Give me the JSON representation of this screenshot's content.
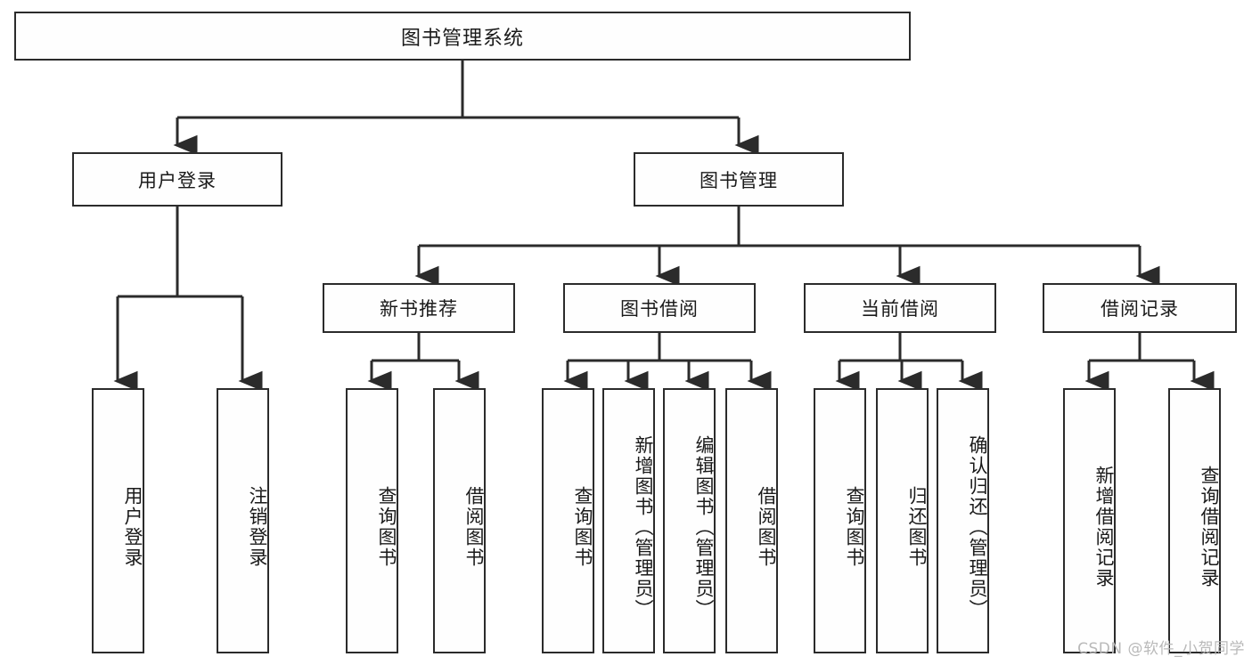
{
  "diagram": {
    "type": "tree-hierarchy-diagram",
    "title": "图书管理系统",
    "root": {
      "id": "root",
      "label": "图书管理系统"
    },
    "level2": [
      {
        "id": "user-login",
        "label": "用户登录"
      },
      {
        "id": "book-management",
        "label": "图书管理"
      }
    ],
    "level3": [
      {
        "id": "new-book-recommend",
        "label": "新书推荐",
        "parent": "book-management"
      },
      {
        "id": "book-borrow",
        "label": "图书借阅",
        "parent": "book-management"
      },
      {
        "id": "current-borrow",
        "label": "当前借阅",
        "parent": "book-management"
      },
      {
        "id": "borrow-record",
        "label": "借阅记录",
        "parent": "book-management"
      }
    ],
    "leaves": {
      "user_login": [
        {
          "id": "leaf-user-login",
          "label": "用户登录"
        },
        {
          "id": "leaf-logout-login",
          "label": "注销登录"
        }
      ],
      "new_book_recommend": [
        {
          "id": "leaf-query-book-1",
          "label": "查询图书"
        },
        {
          "id": "leaf-borrow-book-1",
          "label": "借阅图书"
        }
      ],
      "book_borrow": [
        {
          "id": "leaf-query-book-2",
          "label": "查询图书"
        },
        {
          "id": "leaf-add-book-admin",
          "label": "新增图书（管理员）"
        },
        {
          "id": "leaf-edit-book-admin",
          "label": "编辑图书（管理员）"
        },
        {
          "id": "leaf-borrow-book-2",
          "label": "借阅图书"
        }
      ],
      "current_borrow": [
        {
          "id": "leaf-query-book-3",
          "label": "查询图书"
        },
        {
          "id": "leaf-return-book",
          "label": "归还图书"
        },
        {
          "id": "leaf-confirm-return-admin",
          "label": "确认归还（管理员）"
        }
      ],
      "borrow_record": [
        {
          "id": "leaf-add-borrow-record",
          "label": "新增借阅记录"
        },
        {
          "id": "leaf-query-borrow-record",
          "label": "查询借阅记录"
        }
      ]
    }
  },
  "watermark": {
    "text": "CSDN @软件_小贺同学"
  },
  "colors": {
    "box_border": "#2b2b2b",
    "box_fill": "#fefefe",
    "line": "#2b2b2b",
    "text": "#1a1a1a",
    "watermark": "#b9b9b9",
    "background": "#ffffff"
  }
}
